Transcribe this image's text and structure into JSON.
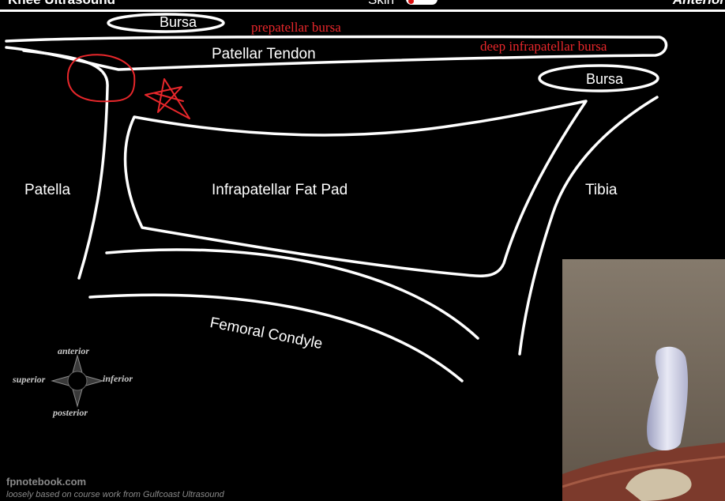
{
  "header": {
    "title": "Knee Ultrasound",
    "skin_label": "Skin",
    "view_label": "Anterior"
  },
  "diagram": {
    "labels": {
      "bursa_top": "Bursa",
      "bursa_right": "Bursa",
      "patellar_tendon": "Patellar Tendon",
      "patella": "Patella",
      "fat_pad": "Infrapatellar Fat Pad",
      "tibia": "Tibia",
      "femoral_condyle": "Femoral Condyle"
    },
    "annotations": {
      "prepatellar": "prepatellar bursa",
      "deep_infrapatellar": "deep infrapatellar bursa"
    },
    "compass": {
      "anterior": "anterior",
      "superior": "superior",
      "inferior": "inferior",
      "posterior": "posterior"
    }
  },
  "footer": {
    "site": "fpnotebook.com",
    "credit": "loosely based on course work from Gulfcoast Ultrasound"
  },
  "colors": {
    "background": "#000000",
    "outline": "#ffffff",
    "annotation": "#e8272b"
  }
}
